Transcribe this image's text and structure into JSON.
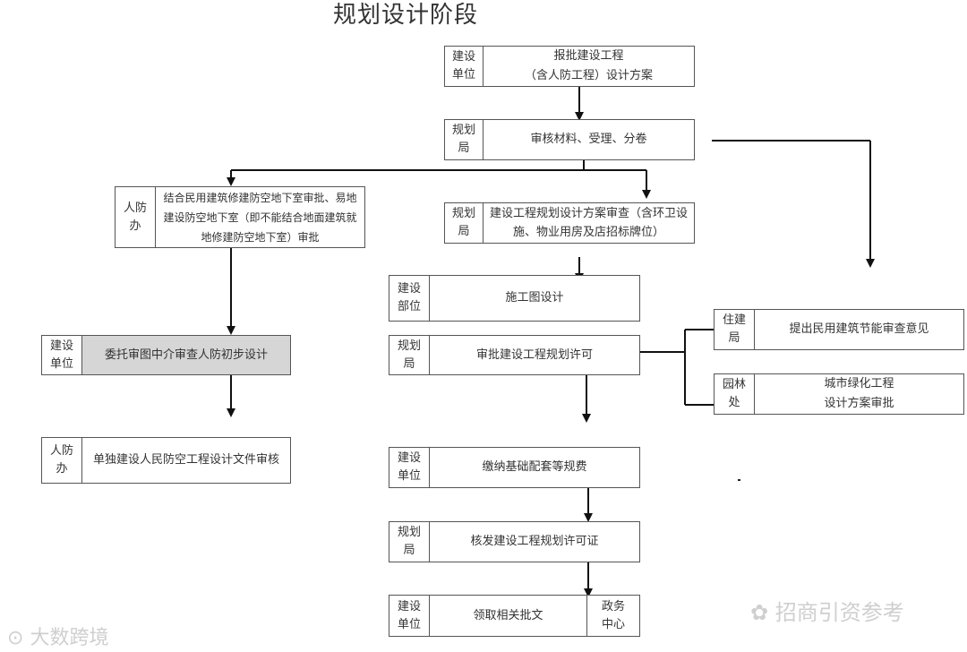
{
  "title": "规划设计阶段",
  "boxes": [
    {
      "id": "b1",
      "label": [
        "建设",
        "单位"
      ],
      "text": "报批建设工程\n（含人防工程）设计方案"
    },
    {
      "id": "b2",
      "label": [
        "规划",
        "局"
      ],
      "text": "审核材料、受理、分卷"
    },
    {
      "id": "b3",
      "label": [
        "人防",
        "办"
      ],
      "text": "结合民用建筑修建防空地下室审批、易地建设防空地下室（即不能结合地面建筑就地修建防空地下室）审批"
    },
    {
      "id": "b4",
      "label": [
        "规划",
        "局"
      ],
      "text": "建设工程规划设计方案审查（含环卫设施、物业用房及店招标牌位）"
    },
    {
      "id": "b5",
      "label": [
        "建设",
        "部位"
      ],
      "text": "施工图设计"
    },
    {
      "id": "b6",
      "label": [
        "住建",
        "局"
      ],
      "text": "提出民用建筑节能审查意见"
    },
    {
      "id": "b7",
      "label": [
        "规划",
        "局"
      ],
      "text": "审批建设工程规划许可"
    },
    {
      "id": "b8",
      "label": [
        "园林",
        "处"
      ],
      "text": "城市绿化工程\n设计方案审批"
    },
    {
      "id": "b9",
      "label": [
        "建设",
        "单位"
      ],
      "text": "委托审图中介审查人防初步设计"
    },
    {
      "id": "b10",
      "label": [
        "人防",
        "办"
      ],
      "text": "单独建设人民防空工程设计文件审核"
    },
    {
      "id": "b11",
      "label": [
        "建设",
        "单位"
      ],
      "text": "缴纳基础配套等规费"
    },
    {
      "id": "b12",
      "label": [
        "规划",
        "局"
      ],
      "text": "核发建设工程规划许可证"
    },
    {
      "id": "b13",
      "label": [
        "建设",
        "单位"
      ],
      "text": "领取相关批文",
      "side": [
        "政务",
        "中心"
      ]
    }
  ],
  "watermarks": {
    "left": "大数跨境",
    "right": "招商引资参考"
  }
}
